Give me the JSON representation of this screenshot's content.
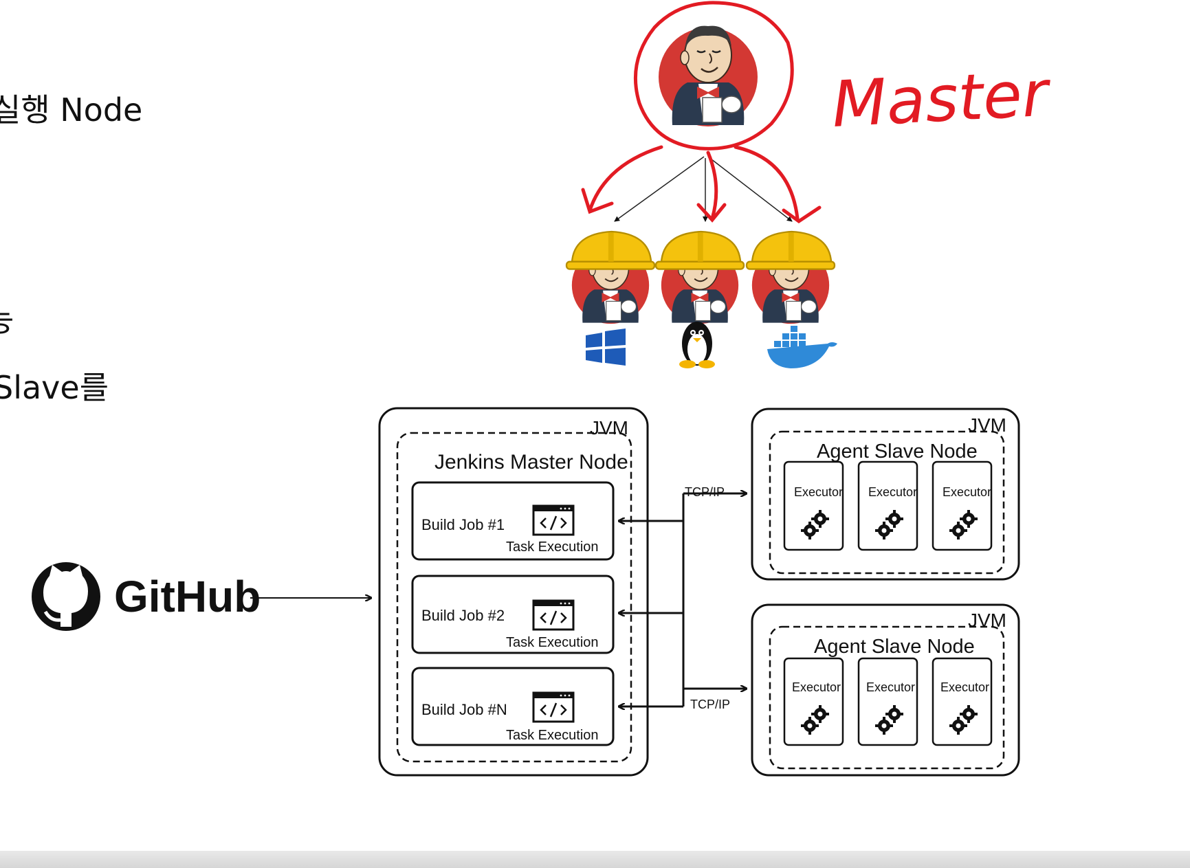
{
  "slide_text": {
    "line1": "실행 Node",
    "line2": "능",
    "line3": "Slave를"
  },
  "annotation": {
    "master_label": "Master"
  },
  "github": {
    "label": "GitHub"
  },
  "master_node": {
    "jvm_label": "JVM",
    "title": "Jenkins Master Node",
    "jobs": [
      {
        "label": "Build Job #1",
        "caption": "Task Execution"
      },
      {
        "label": "Build Job #2",
        "caption": "Task Execution"
      },
      {
        "label": "Build Job #N",
        "caption": "Task Execution"
      }
    ]
  },
  "connections": {
    "top_label": "TCP/IP",
    "bottom_label": "TCP/IP"
  },
  "agent_nodes": [
    {
      "jvm_label": "JVM",
      "title": "Agent Slave Node",
      "executors": [
        "Executor",
        "Executor",
        "Executor"
      ]
    },
    {
      "jvm_label": "JVM",
      "title": "Agent Slave Node",
      "executors": [
        "Executor",
        "Executor",
        "Executor"
      ]
    }
  ],
  "agent_platforms": [
    "windows-icon",
    "linux-penguin-icon",
    "docker-whale-icon"
  ],
  "colors": {
    "annotation_red": "#e21b23",
    "jenkins_red": "#d33833",
    "helmet_yellow": "#f4c20d",
    "suit_navy": "#2b3a4f"
  }
}
